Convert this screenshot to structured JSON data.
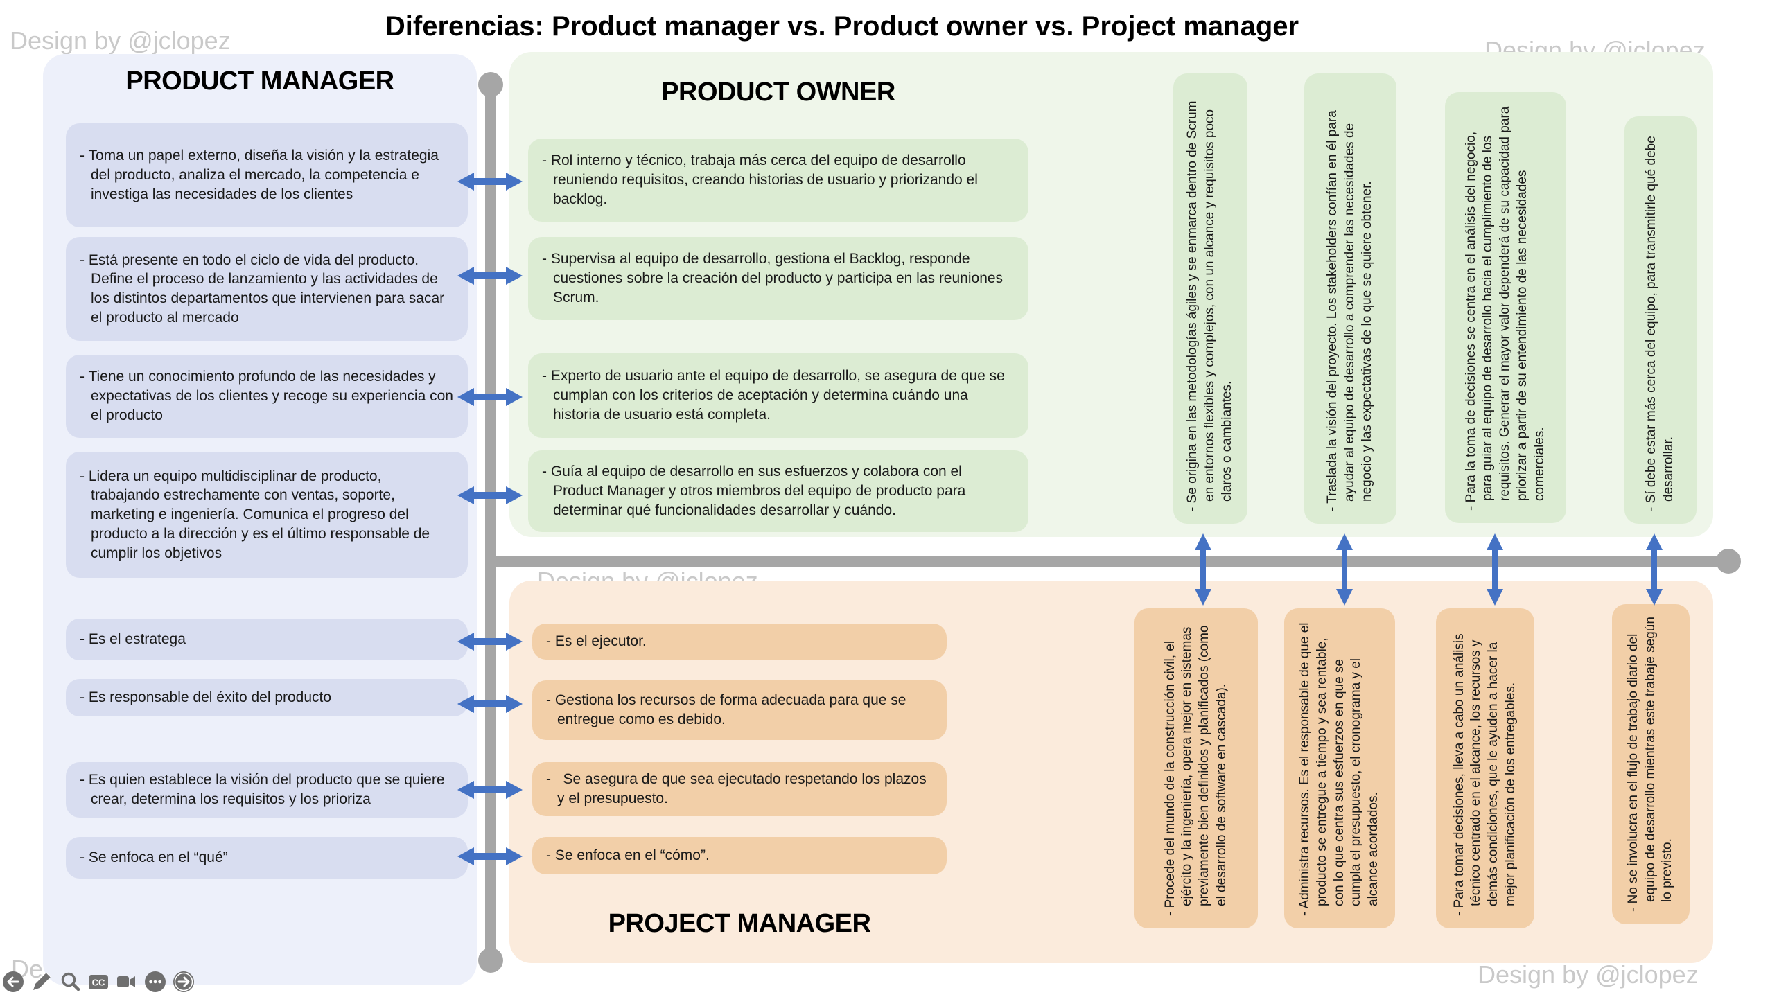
{
  "title": "Diferencias: Product manager vs. Product owner vs. Project manager",
  "watermark": "Design by @jclopez",
  "colors": {
    "pm_panel": "#edf0fa",
    "pm_box": "#d8ddf0",
    "po_panel": "#eff6ea",
    "po_box": "#dcecd3",
    "pjm_panel": "#fbebdc",
    "pjm_box": "#f2cfa8",
    "arrow_blue": "#4472c4",
    "connector_gray": "#a6a6a6",
    "watermark_gray": "#c9c9c9",
    "toolbar_gray": "#6f6f6f"
  },
  "product_manager": {
    "title": "PRODUCT MANAGER",
    "items": [
      "- Toma un papel externo, diseña la visión y la estrategia del producto, analiza el mercado, la competencia e investiga las necesidades de los clientes",
      "- Está presente en todo el ciclo de vida del producto. Define el proceso de lanzamiento y las actividades de los distintos departamentos que intervienen para sacar el producto al mercado",
      "- Tiene un conocimiento profundo de las necesidades y expectativas de los clientes y recoge su experiencia con el producto",
      "- Lidera un equipo multidisciplinar de producto, trabajando estrechamente con ventas, soporte, marketing e ingeniería. Comunica el progreso del producto a la dirección y es el último responsable de cumplir los objetivos",
      "- Es el estratega",
      "- Es responsable del éxito del producto",
      "- Es quien establece la visión del producto que se quiere crear, determina los requisitos y los prioriza",
      "- Se enfoca en el “qué”"
    ]
  },
  "product_owner": {
    "title": "PRODUCT OWNER",
    "items": [
      "- Rol interno y técnico, trabaja más cerca del equipo de desarrollo reuniendo requisitos, creando historias de usuario y priorizando el backlog.",
      "- Supervisa al equipo de desarrollo, gestiona el Backlog, responde cuestiones sobre la creación del producto y participa en las reuniones Scrum.",
      "- Experto de usuario ante el equipo de desarrollo, se asegura de que se cumplan con los criterios de aceptación y determina cuándo una historia de usuario está completa.",
      "- Guía al equipo de desarrollo en sus esfuerzos y colabora con el Product Manager y otros miembros del equipo de producto para determinar qué funcionalidades desarrollar y cuándo."
    ],
    "columns": [
      "- Se origina en las metodologías ágiles y se enmarca dentro de Scrum en entornos flexibles y complejos, con un alcance y requisitos poco claros o cambiantes.",
      "- Traslada la visión del proyecto. Los stakeholders confían en él para ayudar al equipo de desarrollo a comprender las necesidades de negocio y las expectativas de lo que se quiere obtener.",
      "- Para la toma de decisiones se centra en el análisis del negocio, para guiar al equipo de desarrollo hacia el cumplimiento de los requisitos. Generar el mayor valor dependerá de su capacidad para priorizar a partir de su entendimiento de las necesidades comerciales.",
      "- Sí debe estar más cerca del equipo, para transmitirle qué debe desarrollar."
    ]
  },
  "project_manager": {
    "title": "PROJECT MANAGER",
    "items": [
      "- Es el ejecutor.",
      "- Gestiona los recursos de forma adecuada para que se entregue como es debido.",
      "-   Se asegura de que sea ejecutado respetando los plazos y el presupuesto.",
      "- Se enfoca en el “cómo”."
    ],
    "columns": [
      "- Procede del mundo de la construcción civil, el ejército y la ingeniería, opera mejor en sistemas previamente bien definidos y planificados (como el desarrollo de software en cascada).",
      "- Administra recursos. Es el responsable de que el producto se entregue a tiempo y sea rentable, con lo que centra sus esfuerzos en que se cumpla el presupuesto, el cronograma y el alcance acordados.",
      "- Para tomar decisiones, lleva a cabo un análisis técnico centrado en el alcance, los recursos y demás condiciones, que le ayuden a hacer la mejor planificación de los entregables.",
      "- No se involucra en el flujo de trabajo diario del equipo de desarrollo mientras este trabaje según lo previsto."
    ]
  },
  "toolbar": {
    "icons": [
      "back",
      "edit",
      "search",
      "closed-captions",
      "video-camera",
      "more",
      "next"
    ]
  }
}
